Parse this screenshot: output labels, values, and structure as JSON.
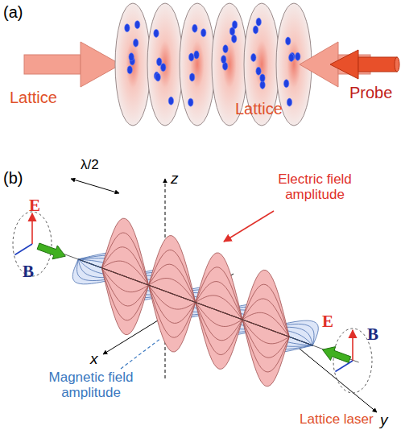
{
  "diagram": {
    "labels": [
      "(a)",
      "Lattice",
      "Lattice",
      "Probe",
      "(b)",
      "λ/2",
      "z",
      "x",
      "y",
      "E",
      "B",
      "E",
      "B",
      "Electric field amplitude",
      "Magnetic field amplitude",
      "Lattice laser"
    ]
  }
}
